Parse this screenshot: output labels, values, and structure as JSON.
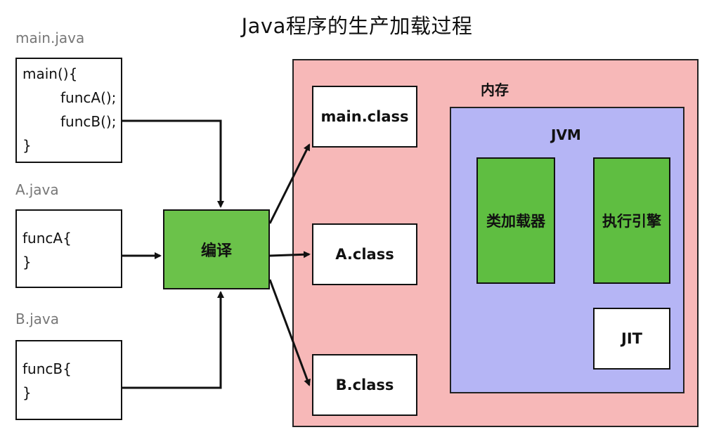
{
  "title": "Java程序的生产加载过程",
  "sources": [
    {
      "filename": "main.java",
      "lines": [
        "main(){",
        "funcA();",
        "funcB();",
        "}"
      ]
    },
    {
      "filename": "A.java",
      "lines": [
        "funcA{",
        "}"
      ]
    },
    {
      "filename": "B.java",
      "lines": [
        "funcB{",
        "}"
      ]
    }
  ],
  "compile_label": "编译",
  "memory": {
    "label": "内存",
    "classes": [
      "main.class",
      "A.class",
      "B.class"
    ],
    "jvm": {
      "label": "JVM",
      "class_loader": "类加载器",
      "execution_engine": "执行引擎",
      "jit": "JIT"
    }
  },
  "colors": {
    "compile_fill": "#6bc24a",
    "memory_fill": "#f7b8b8",
    "jvm_fill": "#b5b5f5",
    "component_fill": "#5fbe41"
  }
}
